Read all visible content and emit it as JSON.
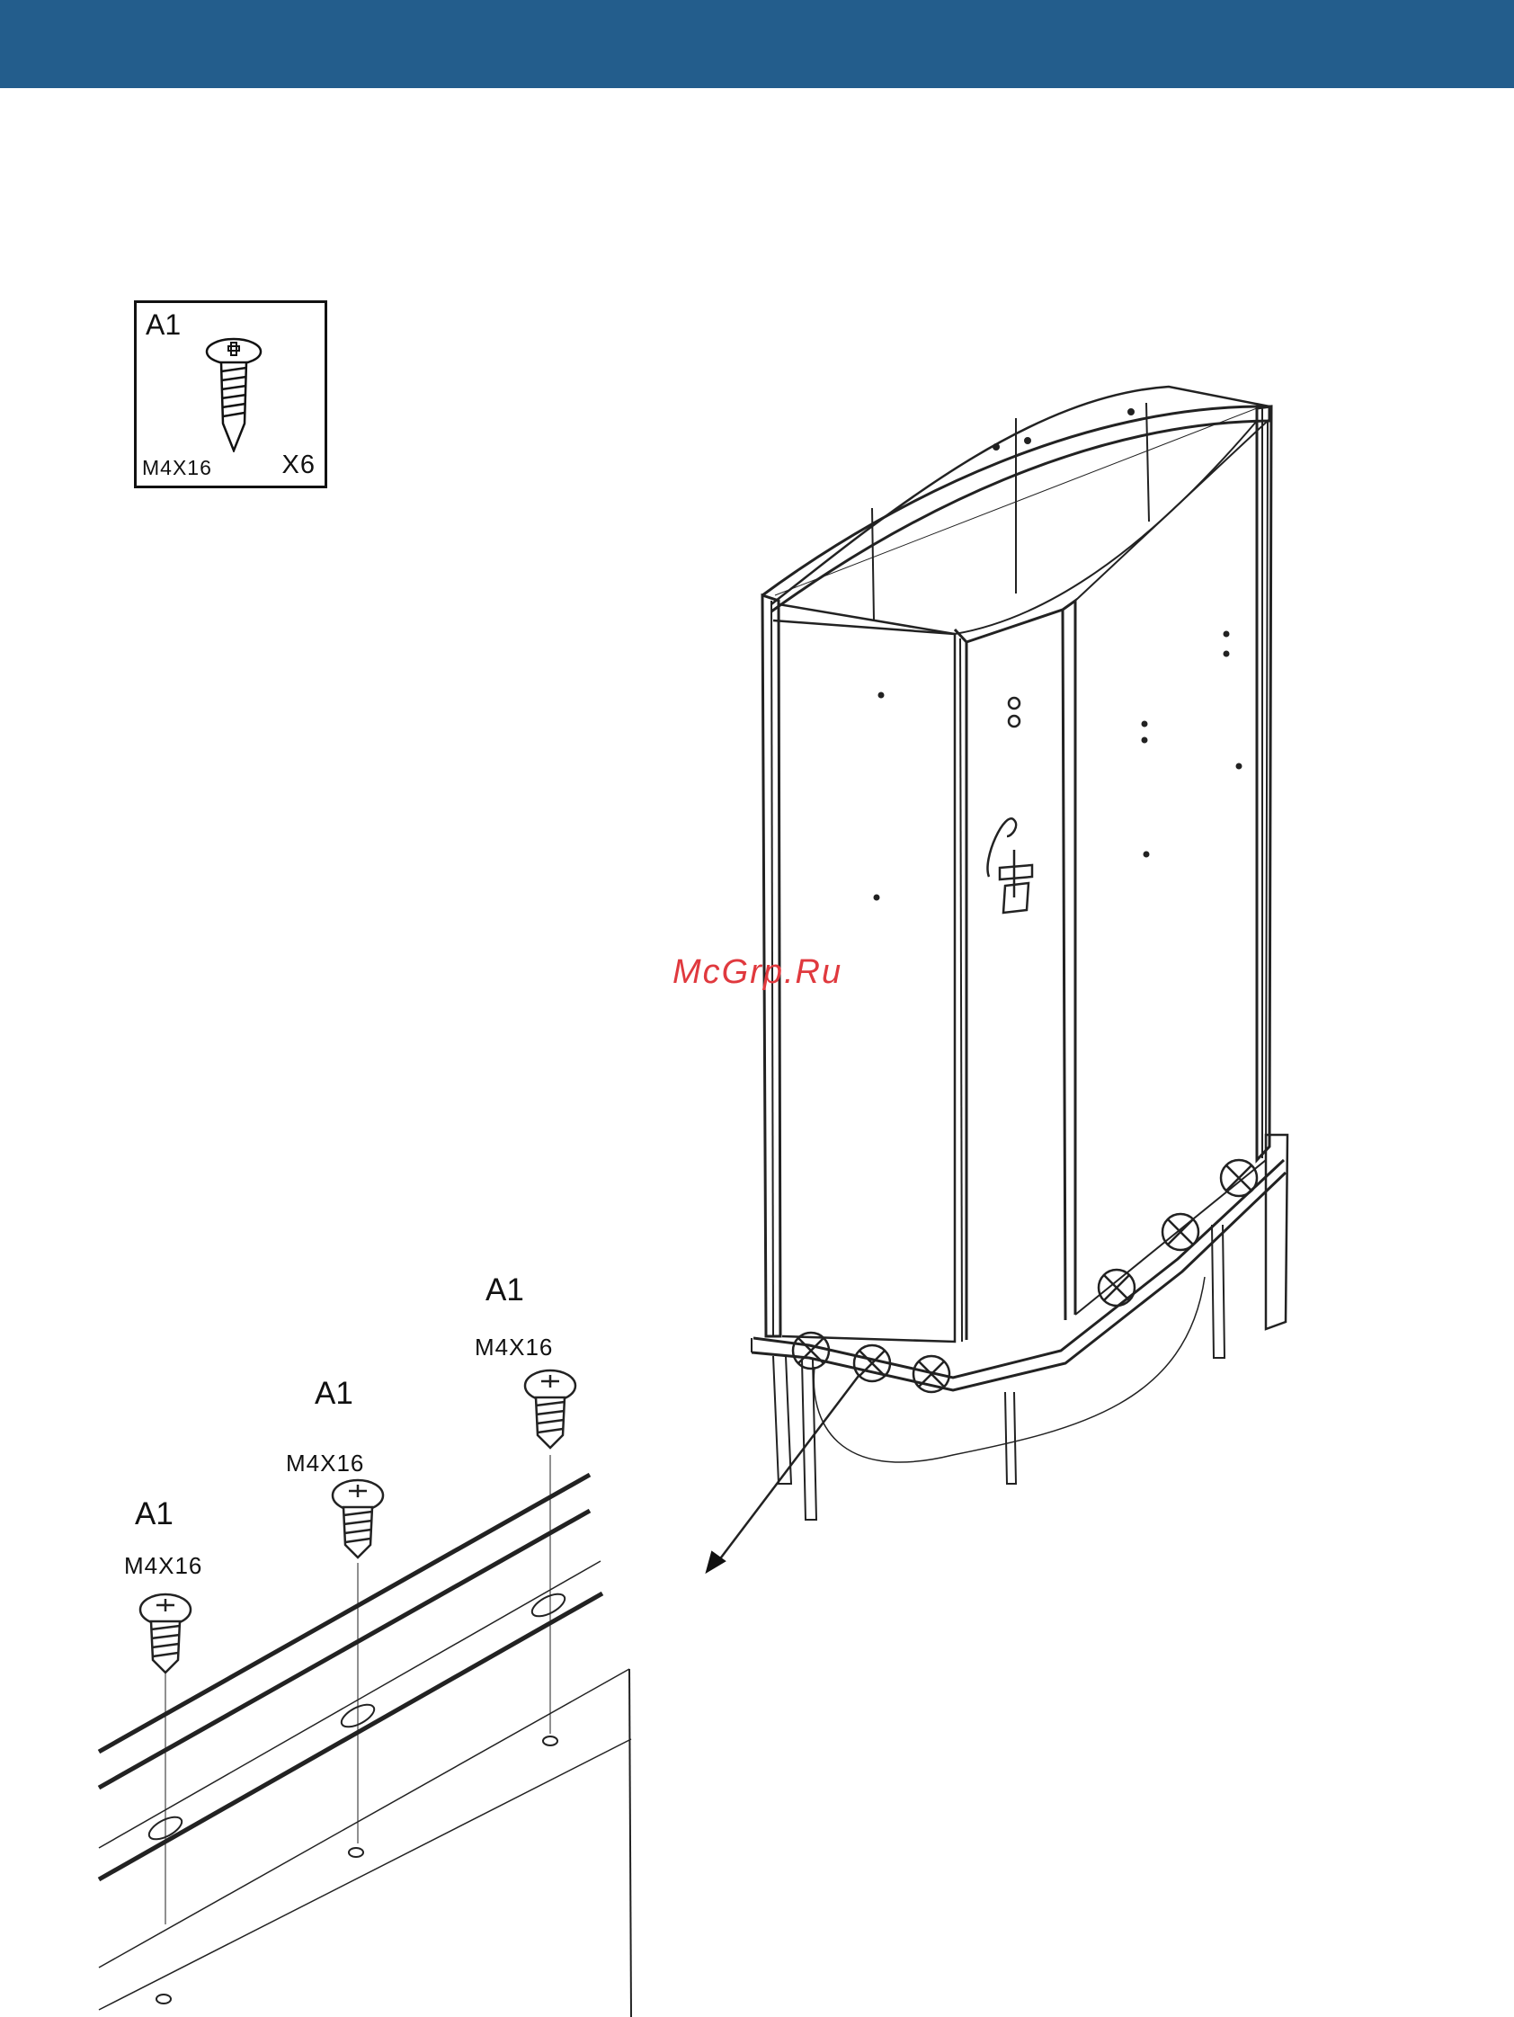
{
  "header": {
    "band_color": "#235d8c"
  },
  "legend": {
    "part_id": "A1",
    "size": "M4X16",
    "quantity": "X6",
    "icon": "screw-icon"
  },
  "detail_callouts": [
    {
      "part_id": "A1",
      "size": "M4X16"
    },
    {
      "part_id": "A1",
      "size": "M4X16"
    },
    {
      "part_id": "A1",
      "size": "M4X16"
    }
  ],
  "figure": {
    "illustration": "shower-enclosure-frame",
    "screw_positions_marked": 6
  },
  "watermark": "McGrp.Ru"
}
